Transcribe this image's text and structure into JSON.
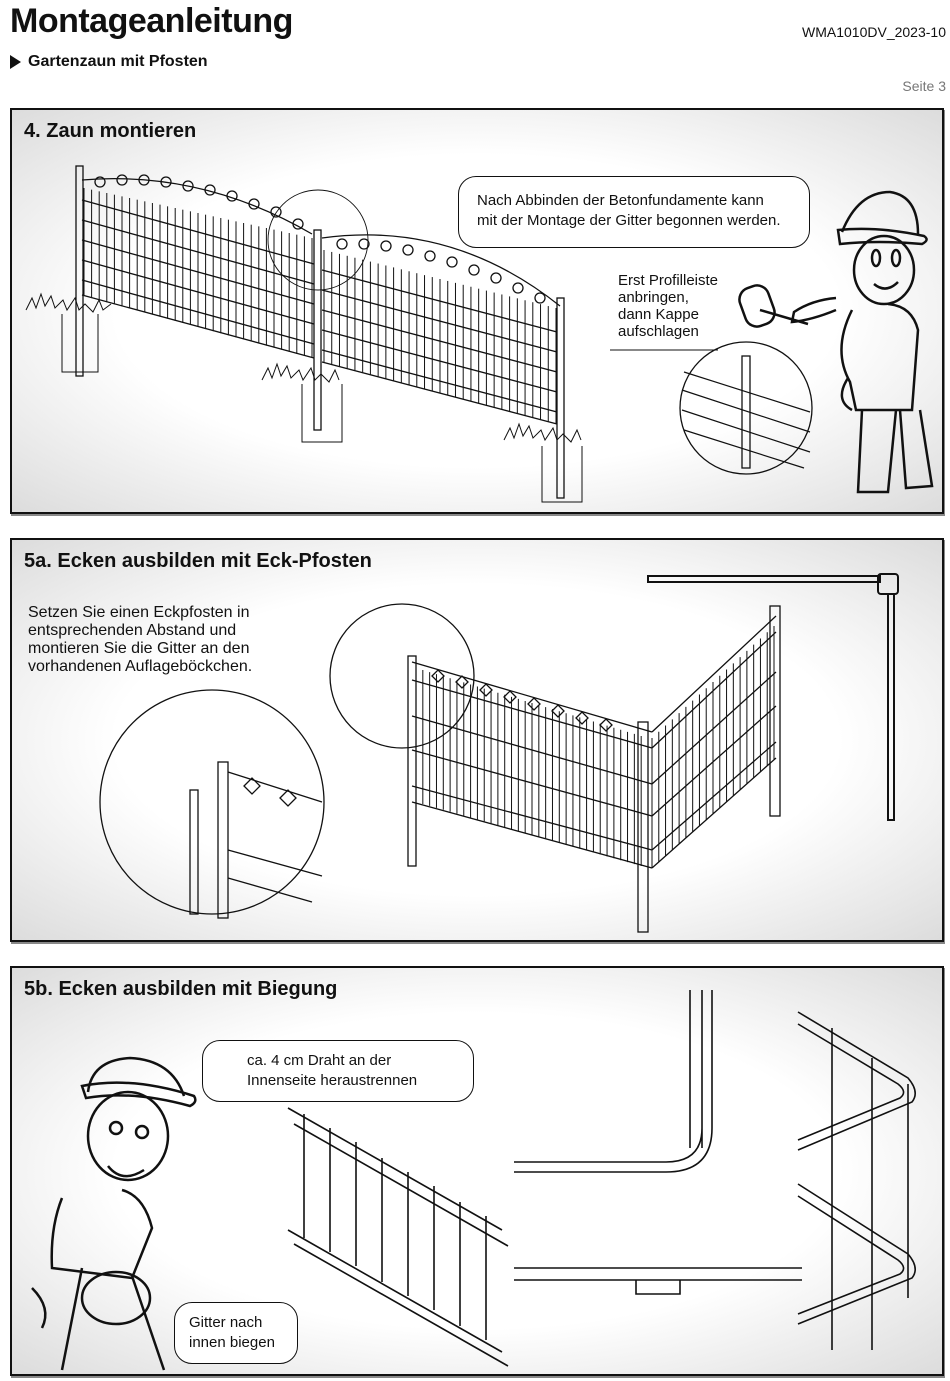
{
  "header": {
    "title": "Montageanleitung",
    "subtitle": "Gartenzaun mit Pfosten",
    "doc_id": "WMA1010DV_2023-10",
    "page": "Seite 3"
  },
  "section4": {
    "title": "4. Zaun montieren",
    "bubble_line1": "Nach Abbinden der Betonfundamente kann",
    "bubble_line2": "mit der Montage der Gitter begonnen werden.",
    "note_lines": [
      "Erst Profilleiste",
      "anbringen,",
      "dann Kappe",
      "aufschlagen"
    ]
  },
  "section5a": {
    "title": "5a. Ecken ausbilden mit Eck-Pfosten",
    "text_lines": [
      "Setzen Sie einen Eckpfosten in",
      "entsprechenden Abstand und",
      "montieren Sie die Gitter an den",
      "vorhandenen Auflageböckchen."
    ]
  },
  "section5b": {
    "title": "5b. Ecken ausbilden mit Biegung",
    "bubble1_line1": "ca. 4 cm Draht an der",
    "bubble1_line2": "Innenseite heraustrennen",
    "bubble2_line1": "Gitter nach",
    "bubble2_line2": "innen biegen"
  },
  "icons": {
    "header": "triangle-right-icon",
    "section4": [
      "fence-panels-illustration",
      "worker-with-hammer-illustration",
      "detail-magnifier-icon"
    ],
    "section5a": [
      "corner-post-fence-illustration",
      "corner-top-view-illustration"
    ],
    "section5b": [
      "worker-bending-fence-illustration",
      "bent-corner-grid-illustration"
    ]
  }
}
